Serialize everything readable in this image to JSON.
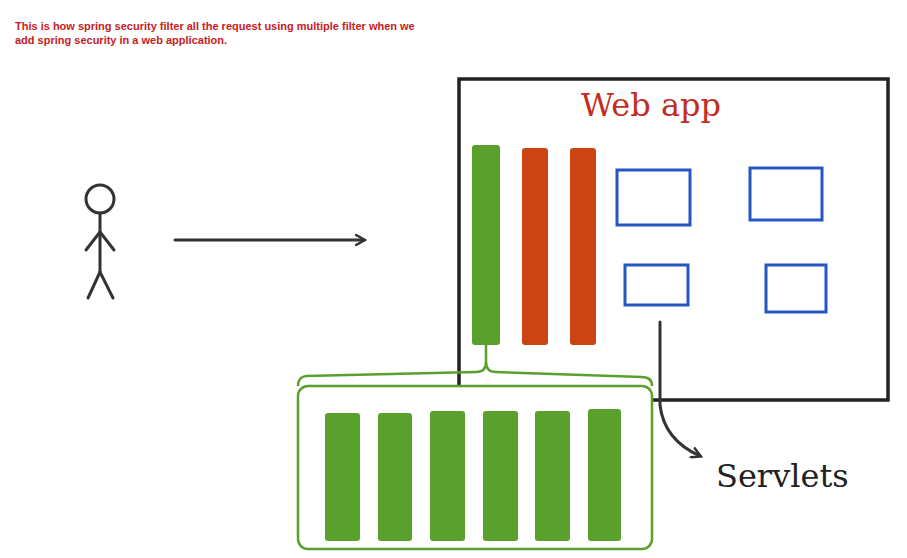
{
  "diagram": {
    "title": "This is how spring security filter all the request using multiple filter when we add spring security in a web application.",
    "nodes": [
      {
        "text": [
          "Web app"
        ]
      }
    ],
    "labels": [
      "Servlets"
    ]
  }
}
